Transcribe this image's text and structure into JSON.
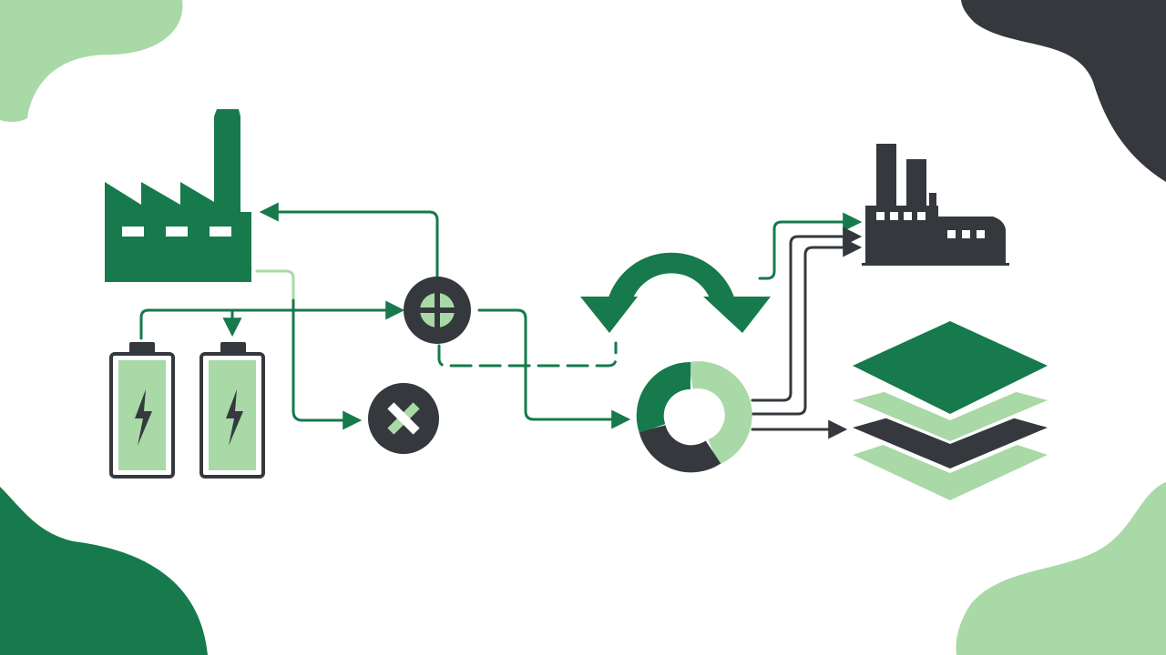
{
  "diagram": {
    "labels": [],
    "nodes": [
      {
        "id": "source-factory",
        "icon": "factory-icon"
      },
      {
        "id": "battery-1",
        "icon": "battery-icon"
      },
      {
        "id": "battery-2",
        "icon": "battery-icon"
      },
      {
        "id": "merge-node",
        "icon": "crosshair-circle-icon"
      },
      {
        "id": "reject-node",
        "icon": "x-circle-icon"
      },
      {
        "id": "recycle-arrow",
        "icon": "curved-cycle-arrow-icon"
      },
      {
        "id": "donut-node",
        "icon": "donut-ring-icon"
      },
      {
        "id": "target-factory",
        "icon": "factory-icon"
      },
      {
        "id": "layers-stack",
        "icon": "stacked-layers-icon"
      }
    ],
    "edges": [
      {
        "from": "merge-node",
        "to": "source-factory",
        "style": "solid"
      },
      {
        "from": "battery-1",
        "to": "merge-node",
        "style": "solid"
      },
      {
        "from": "battery-1",
        "to": "battery-2",
        "style": "solid"
      },
      {
        "from": "source-factory",
        "to": "reject-node",
        "style": "solid"
      },
      {
        "from": "merge-node",
        "to": "recycle-arrow",
        "style": "dashed"
      },
      {
        "from": "merge-node",
        "to": "donut-node",
        "style": "solid"
      },
      {
        "from": "recycle-arrow",
        "to": "target-factory",
        "style": "solid"
      },
      {
        "from": "donut-node",
        "to": "target-factory",
        "style": "solid"
      },
      {
        "from": "donut-node",
        "to": "layers-stack",
        "style": "solid"
      }
    ]
  },
  "colors": {
    "dark_green": "#167a4c",
    "light_green": "#a9d9a6",
    "charcoal": "#35393d",
    "background": "#ffffff"
  }
}
